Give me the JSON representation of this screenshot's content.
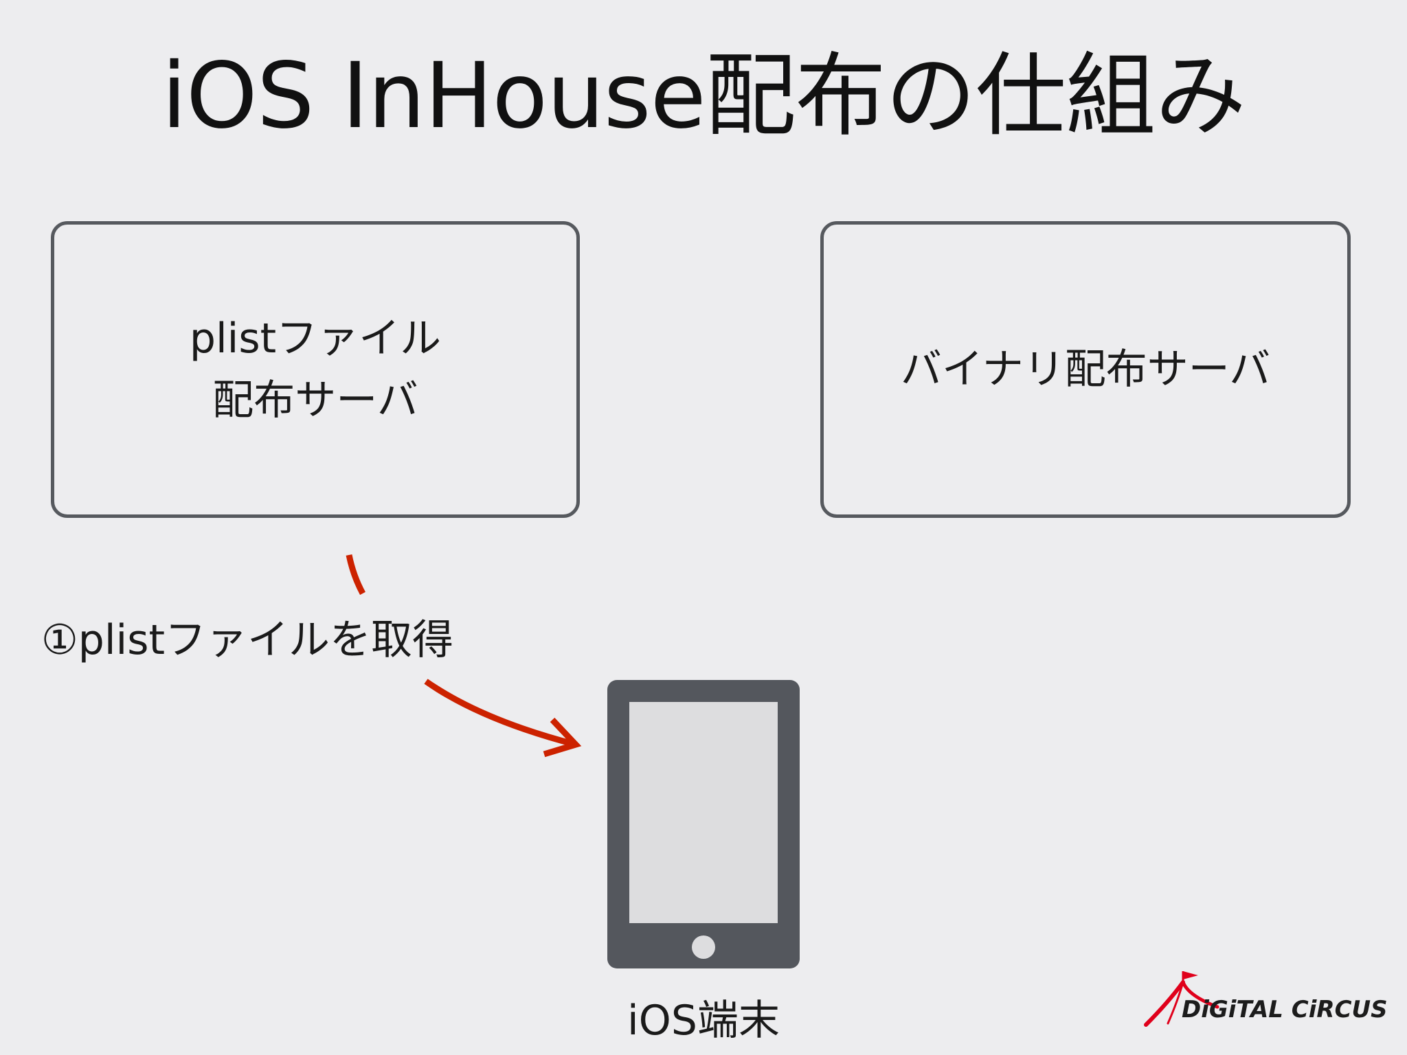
{
  "title": "iOS InHouse配布の仕組み",
  "servers": {
    "plist": {
      "line1": "plistファイル",
      "line2": "配布サーバ"
    },
    "binary": {
      "label": "バイナリ配布サーバ"
    }
  },
  "step1": {
    "label": "①plistファイルを取得"
  },
  "device": {
    "label": "iOS端末",
    "icon": "tablet-icon"
  },
  "logo": {
    "text": "DiGiTAL CiRCUS",
    "icon": "circus-tent-flag-icon"
  },
  "colors": {
    "background": "#ededef",
    "box_border": "#56595e",
    "arrow": "#cc2200",
    "device_body": "#54575d",
    "device_screen": "#dddddf",
    "logo_red": "#e0001b"
  }
}
